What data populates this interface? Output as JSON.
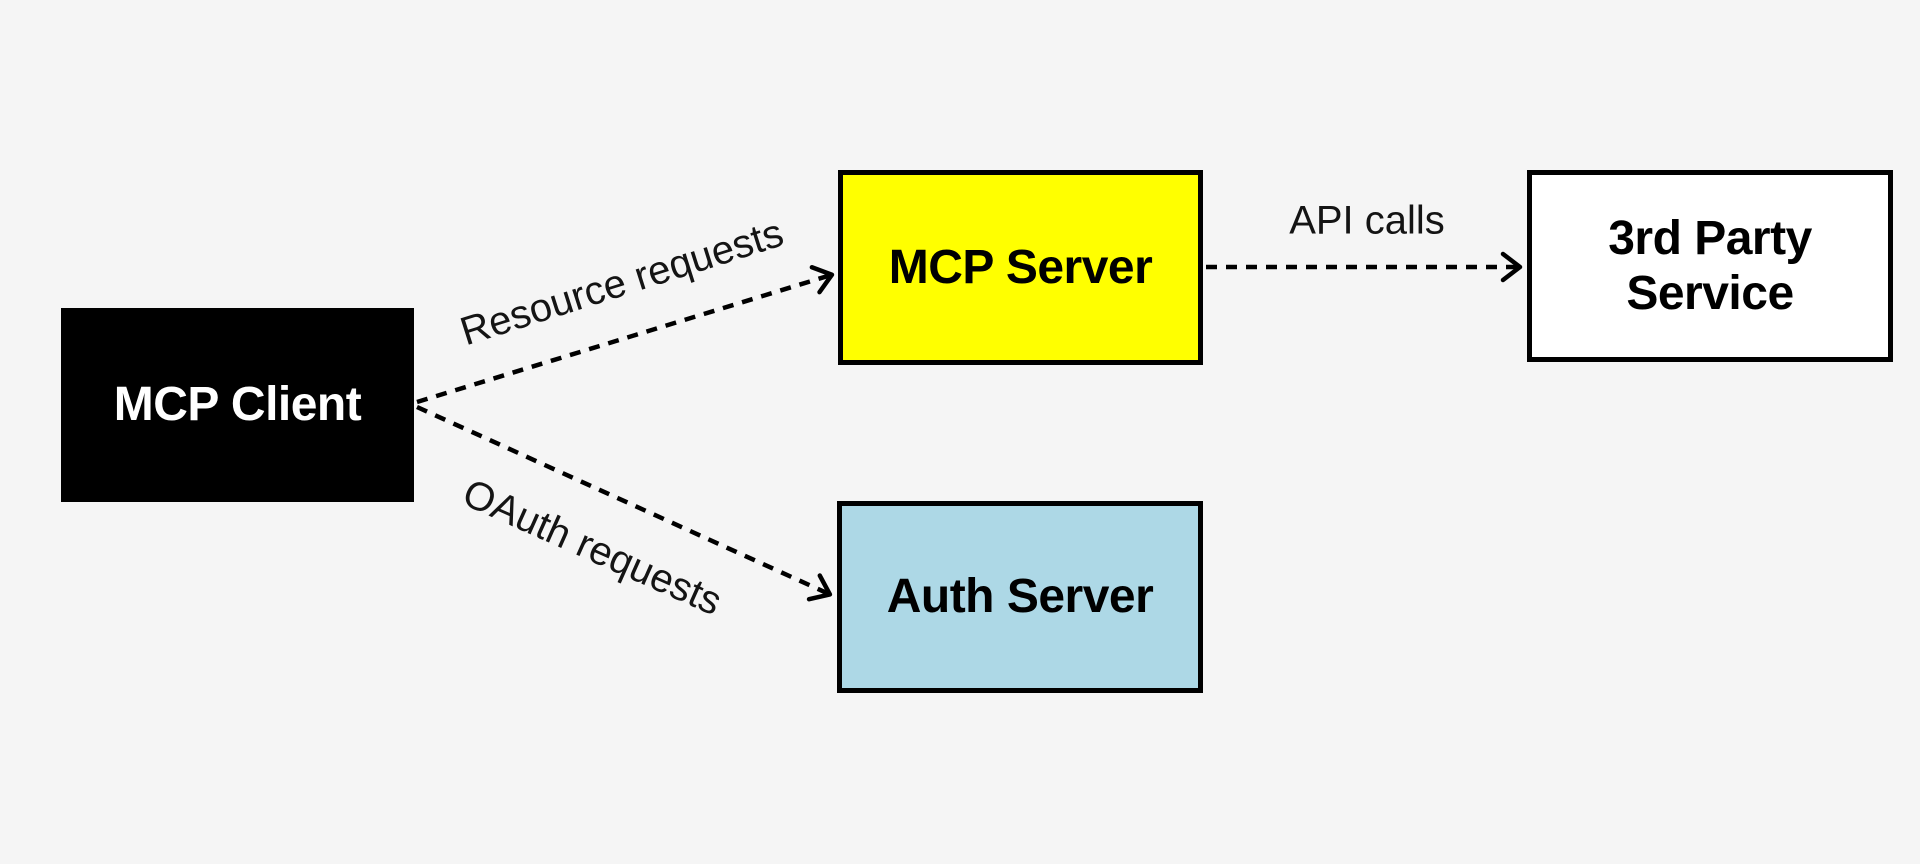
{
  "diagram": {
    "background_color": "#F5F5F5",
    "stroke_color": "#000000",
    "nodes": [
      {
        "id": "mcp-client",
        "label": "MCP Client",
        "fill": "#000000",
        "text_color": "#FFFFFF"
      },
      {
        "id": "mcp-server",
        "label": "MCP Server",
        "fill": "#FFFF00",
        "text_color": "#000000"
      },
      {
        "id": "auth-server",
        "label": "Auth Server",
        "fill": "#ADD8E6",
        "text_color": "#000000"
      },
      {
        "id": "third-party-service",
        "label": "3rd Party Service",
        "fill": "#FFFFFF",
        "text_color": "#000000"
      }
    ],
    "edges": [
      {
        "id": "resource-requests",
        "label": "Resource requests",
        "from": "mcp-client",
        "to": "mcp-server",
        "style": "dashed-arrow"
      },
      {
        "id": "oauth-requests",
        "label": "OAuth requests",
        "from": "mcp-client",
        "to": "auth-server",
        "style": "dashed-arrow"
      },
      {
        "id": "api-calls",
        "label": "API calls",
        "from": "mcp-server",
        "to": "third-party-service",
        "style": "dashed-arrow"
      }
    ]
  }
}
